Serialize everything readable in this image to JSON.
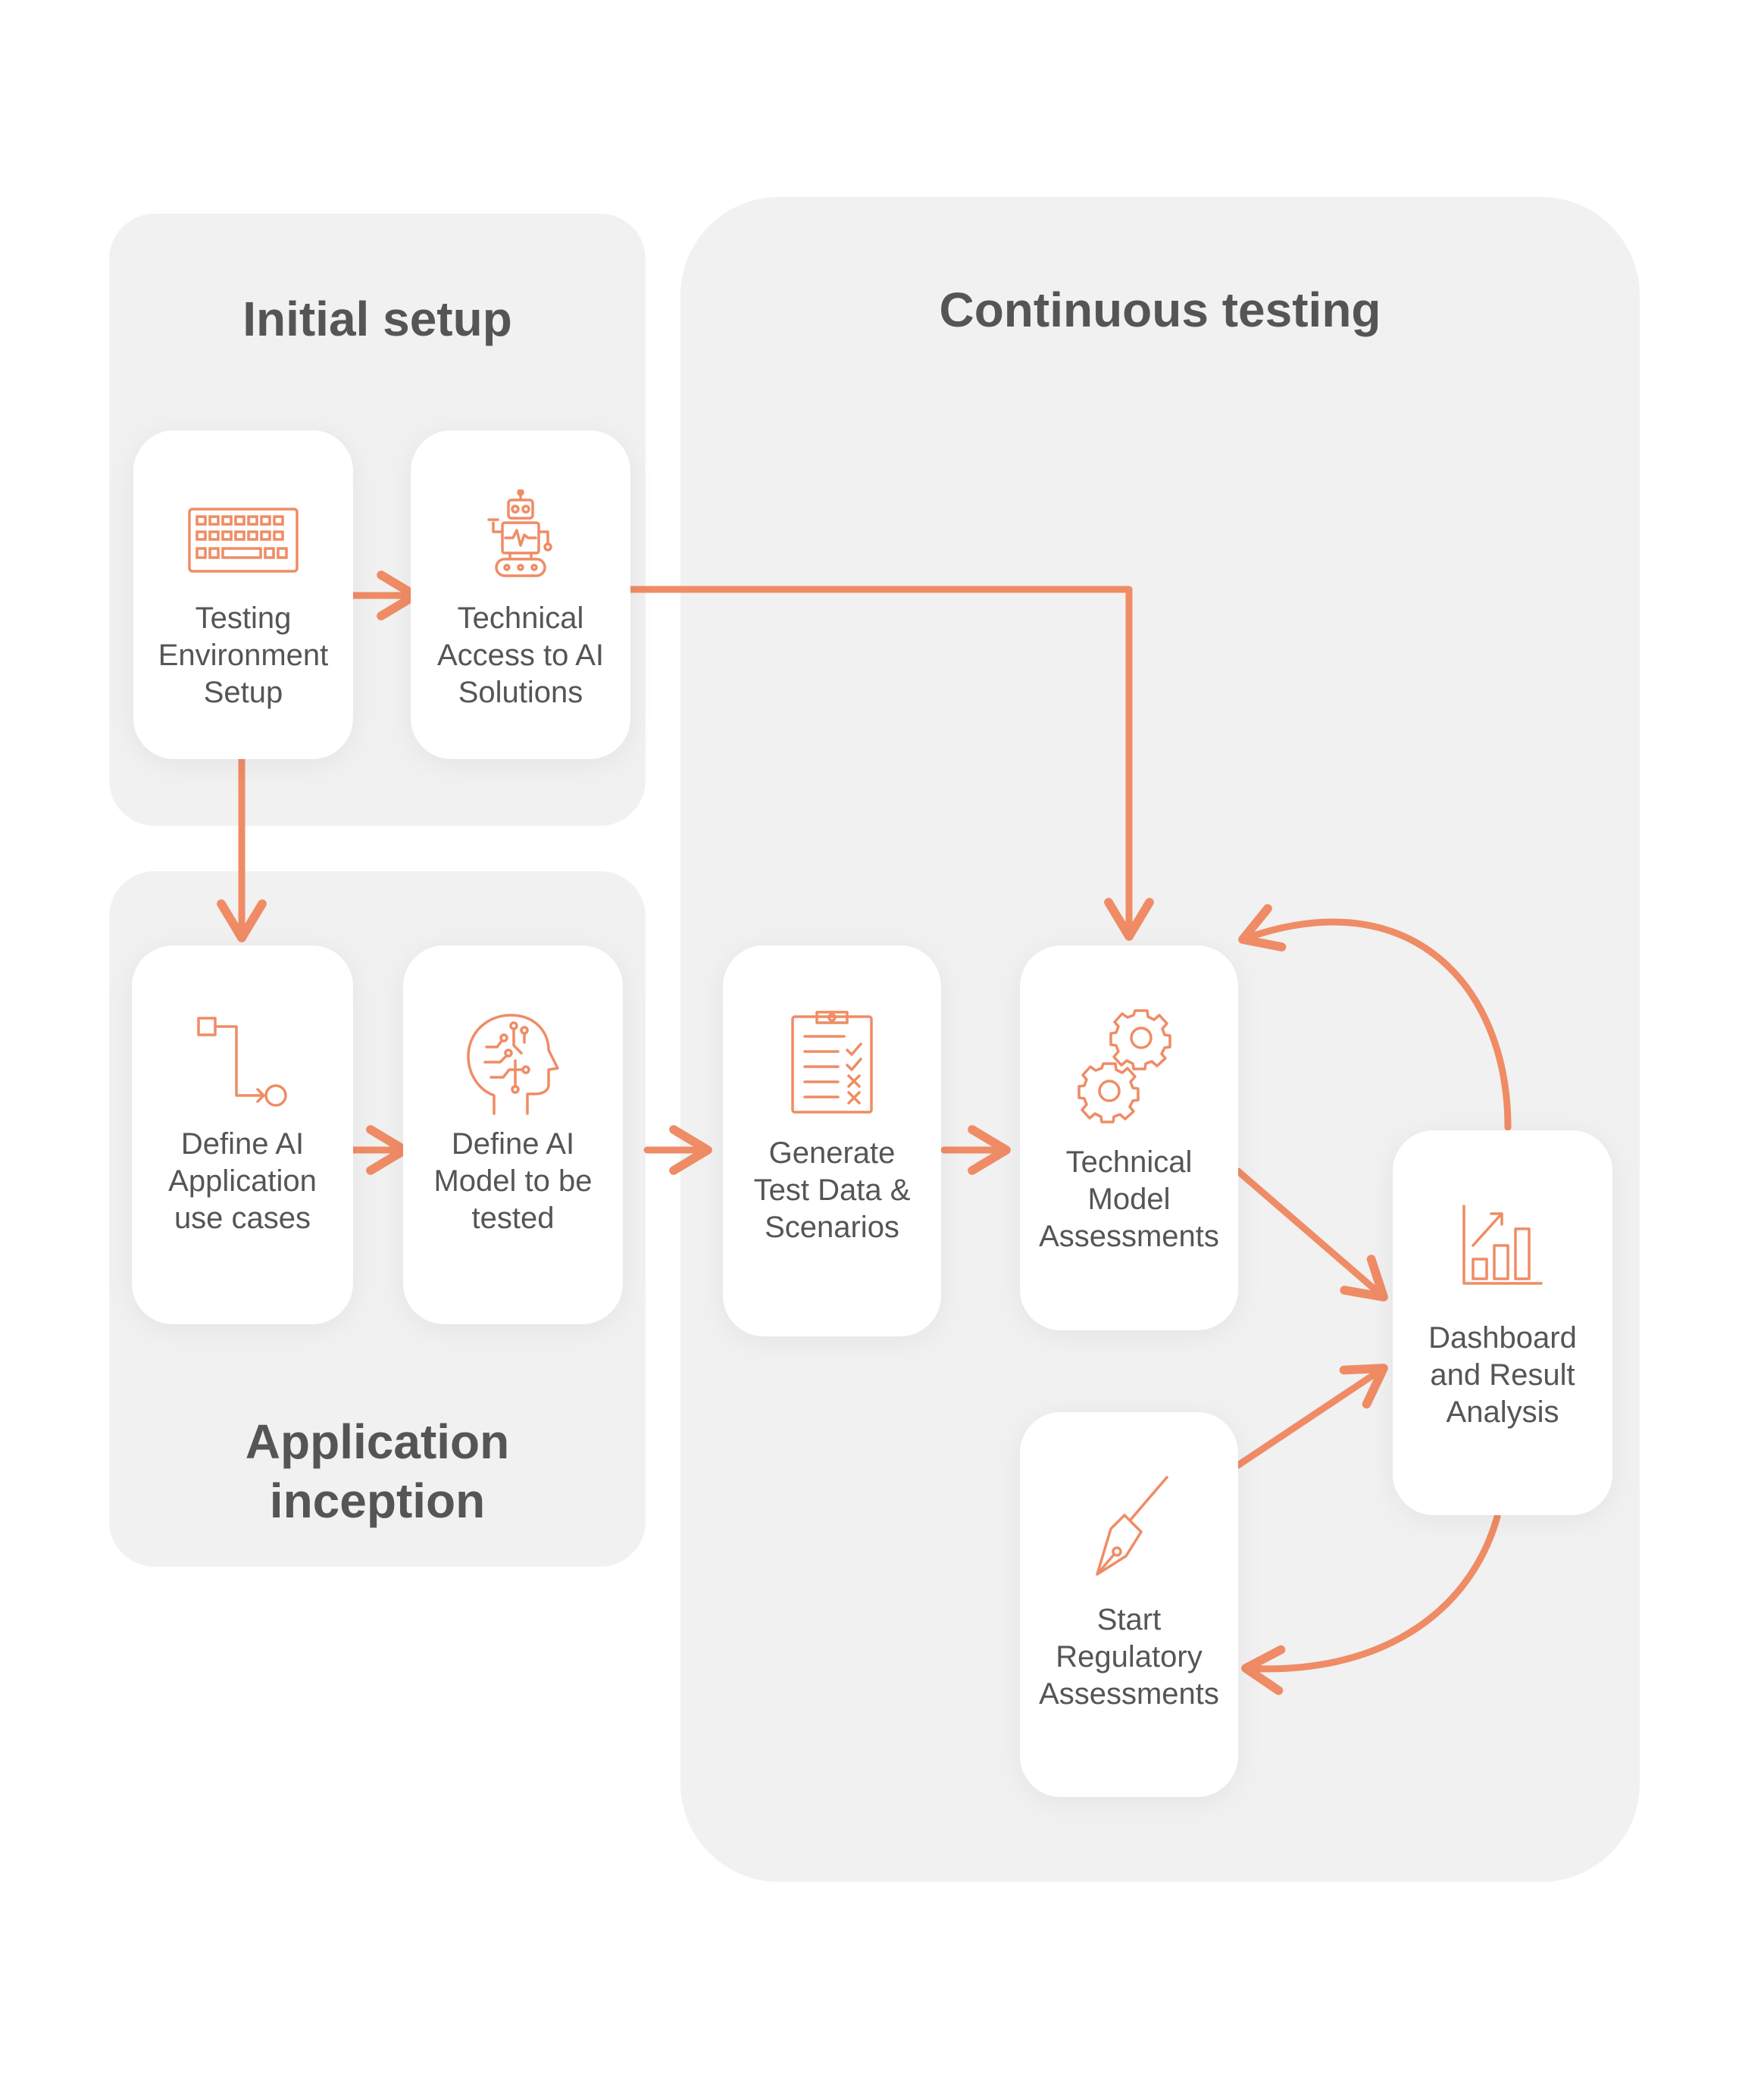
{
  "accent_color": "#ef8c65",
  "panels": {
    "initial_setup": {
      "title": "Initial setup"
    },
    "application_inception": {
      "title": "Application\ninception"
    },
    "continuous_testing": {
      "title": "Continuous testing"
    }
  },
  "nodes": {
    "testing_env": {
      "label": "Testing\nEnvironment\nSetup",
      "icon": "keyboard-icon"
    },
    "technical_access": {
      "label": "Technical\nAccess to AI\nSolutions",
      "icon": "robot-icon"
    },
    "define_use_cases": {
      "label": "Define AI\nApplication\nuse cases",
      "icon": "flowchart-icon"
    },
    "define_model": {
      "label": "Define AI\nModel to be\ntested",
      "icon": "ai-brain-icon"
    },
    "generate_data": {
      "label": "Generate\nTest Data &\nScenarios",
      "icon": "clipboard-checklist-icon"
    },
    "technical_assessments": {
      "label": "Technical\nModel\nAssessments",
      "icon": "gears-icon"
    },
    "dashboard": {
      "label": "Dashboard\nand Result\nAnalysis",
      "icon": "bar-chart-icon"
    },
    "regulatory": {
      "label": "Start\nRegulatory\nAssessments",
      "icon": "fountain-pen-icon"
    }
  }
}
